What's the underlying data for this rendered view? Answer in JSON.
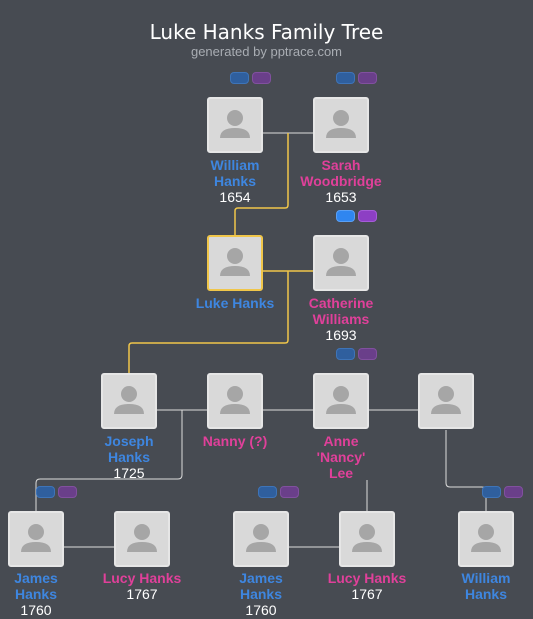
{
  "header": {
    "title": "Luke Hanks Family Tree",
    "subtitle": "generated by pptrace.com"
  },
  "people": {
    "william_hanks_1654": {
      "name": "William Hanks",
      "year": "1654",
      "gender": "male"
    },
    "sarah_woodbridge": {
      "name": "Sarah Woodbridge",
      "year": "1653",
      "gender": "female"
    },
    "luke_hanks": {
      "name": "Luke Hanks",
      "year": "",
      "gender": "male",
      "selected": true
    },
    "catherine_williams": {
      "name": "Catherine Williams",
      "year": "1693",
      "gender": "female"
    },
    "joseph_hanks": {
      "name": "Joseph Hanks",
      "year": "1725",
      "gender": "male"
    },
    "nanny": {
      "name": "Nanny (?)",
      "year": "",
      "gender": "female"
    },
    "anne_nancy_lee": {
      "name": "Anne 'Nancy' Lee",
      "year": "",
      "gender": "female"
    },
    "unknown_spouse": {
      "name": "",
      "year": "",
      "gender": "unknown"
    },
    "james_hanks_a": {
      "name": "James Hanks",
      "year": "1760",
      "gender": "male"
    },
    "lucy_hanks_a": {
      "name": "Lucy Hanks",
      "year": "1767",
      "gender": "female"
    },
    "james_hanks_b": {
      "name": "James Hanks",
      "year": "1760",
      "gender": "male"
    },
    "lucy_hanks_b": {
      "name": "Lucy Hanks",
      "year": "1767",
      "gender": "female"
    },
    "william_hanks_b": {
      "name": "William Hanks",
      "year": "",
      "gender": "male"
    }
  },
  "colors": {
    "background": "#474b52",
    "male": "#3e86e0",
    "female": "#e0409a",
    "highlight_line": "#f0c64a",
    "line": "#dcdcdc"
  },
  "icons": {
    "person": "person-silhouette-icon",
    "expand_paternal": "blue-expand-pill",
    "expand_maternal": "purple-expand-pill"
  }
}
